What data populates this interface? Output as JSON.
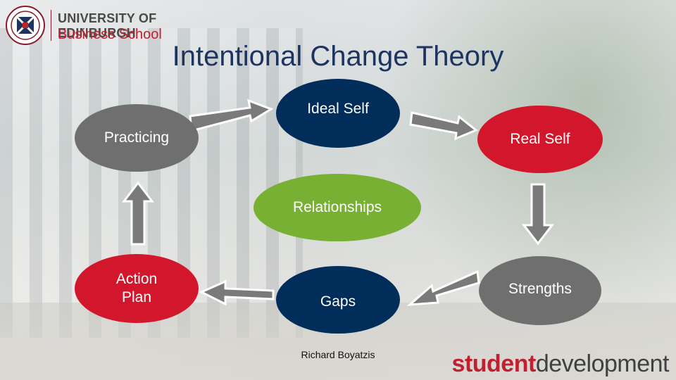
{
  "logo": {
    "university": "UNIVERSITY OF EDINBURGH",
    "school": "Business School",
    "crest_icon": "university-crest-icon"
  },
  "title": "Intentional Change Theory",
  "nodes": {
    "ideal_self": "Ideal Self",
    "practicing": "Practicing",
    "real_self": "Real Self",
    "relationships": "Relationships",
    "action_plan": "Action Plan",
    "gaps": "Gaps",
    "strengths": "Strengths"
  },
  "credit": "Richard Boyatzis",
  "brand": {
    "part1": "student",
    "part2": "development"
  },
  "colors": {
    "navy": "#002d5a",
    "red": "#d2162c",
    "grey": "#6f6f6f",
    "green": "#77b033",
    "arrow": "#7a7a7a",
    "title": "#1d3461"
  }
}
